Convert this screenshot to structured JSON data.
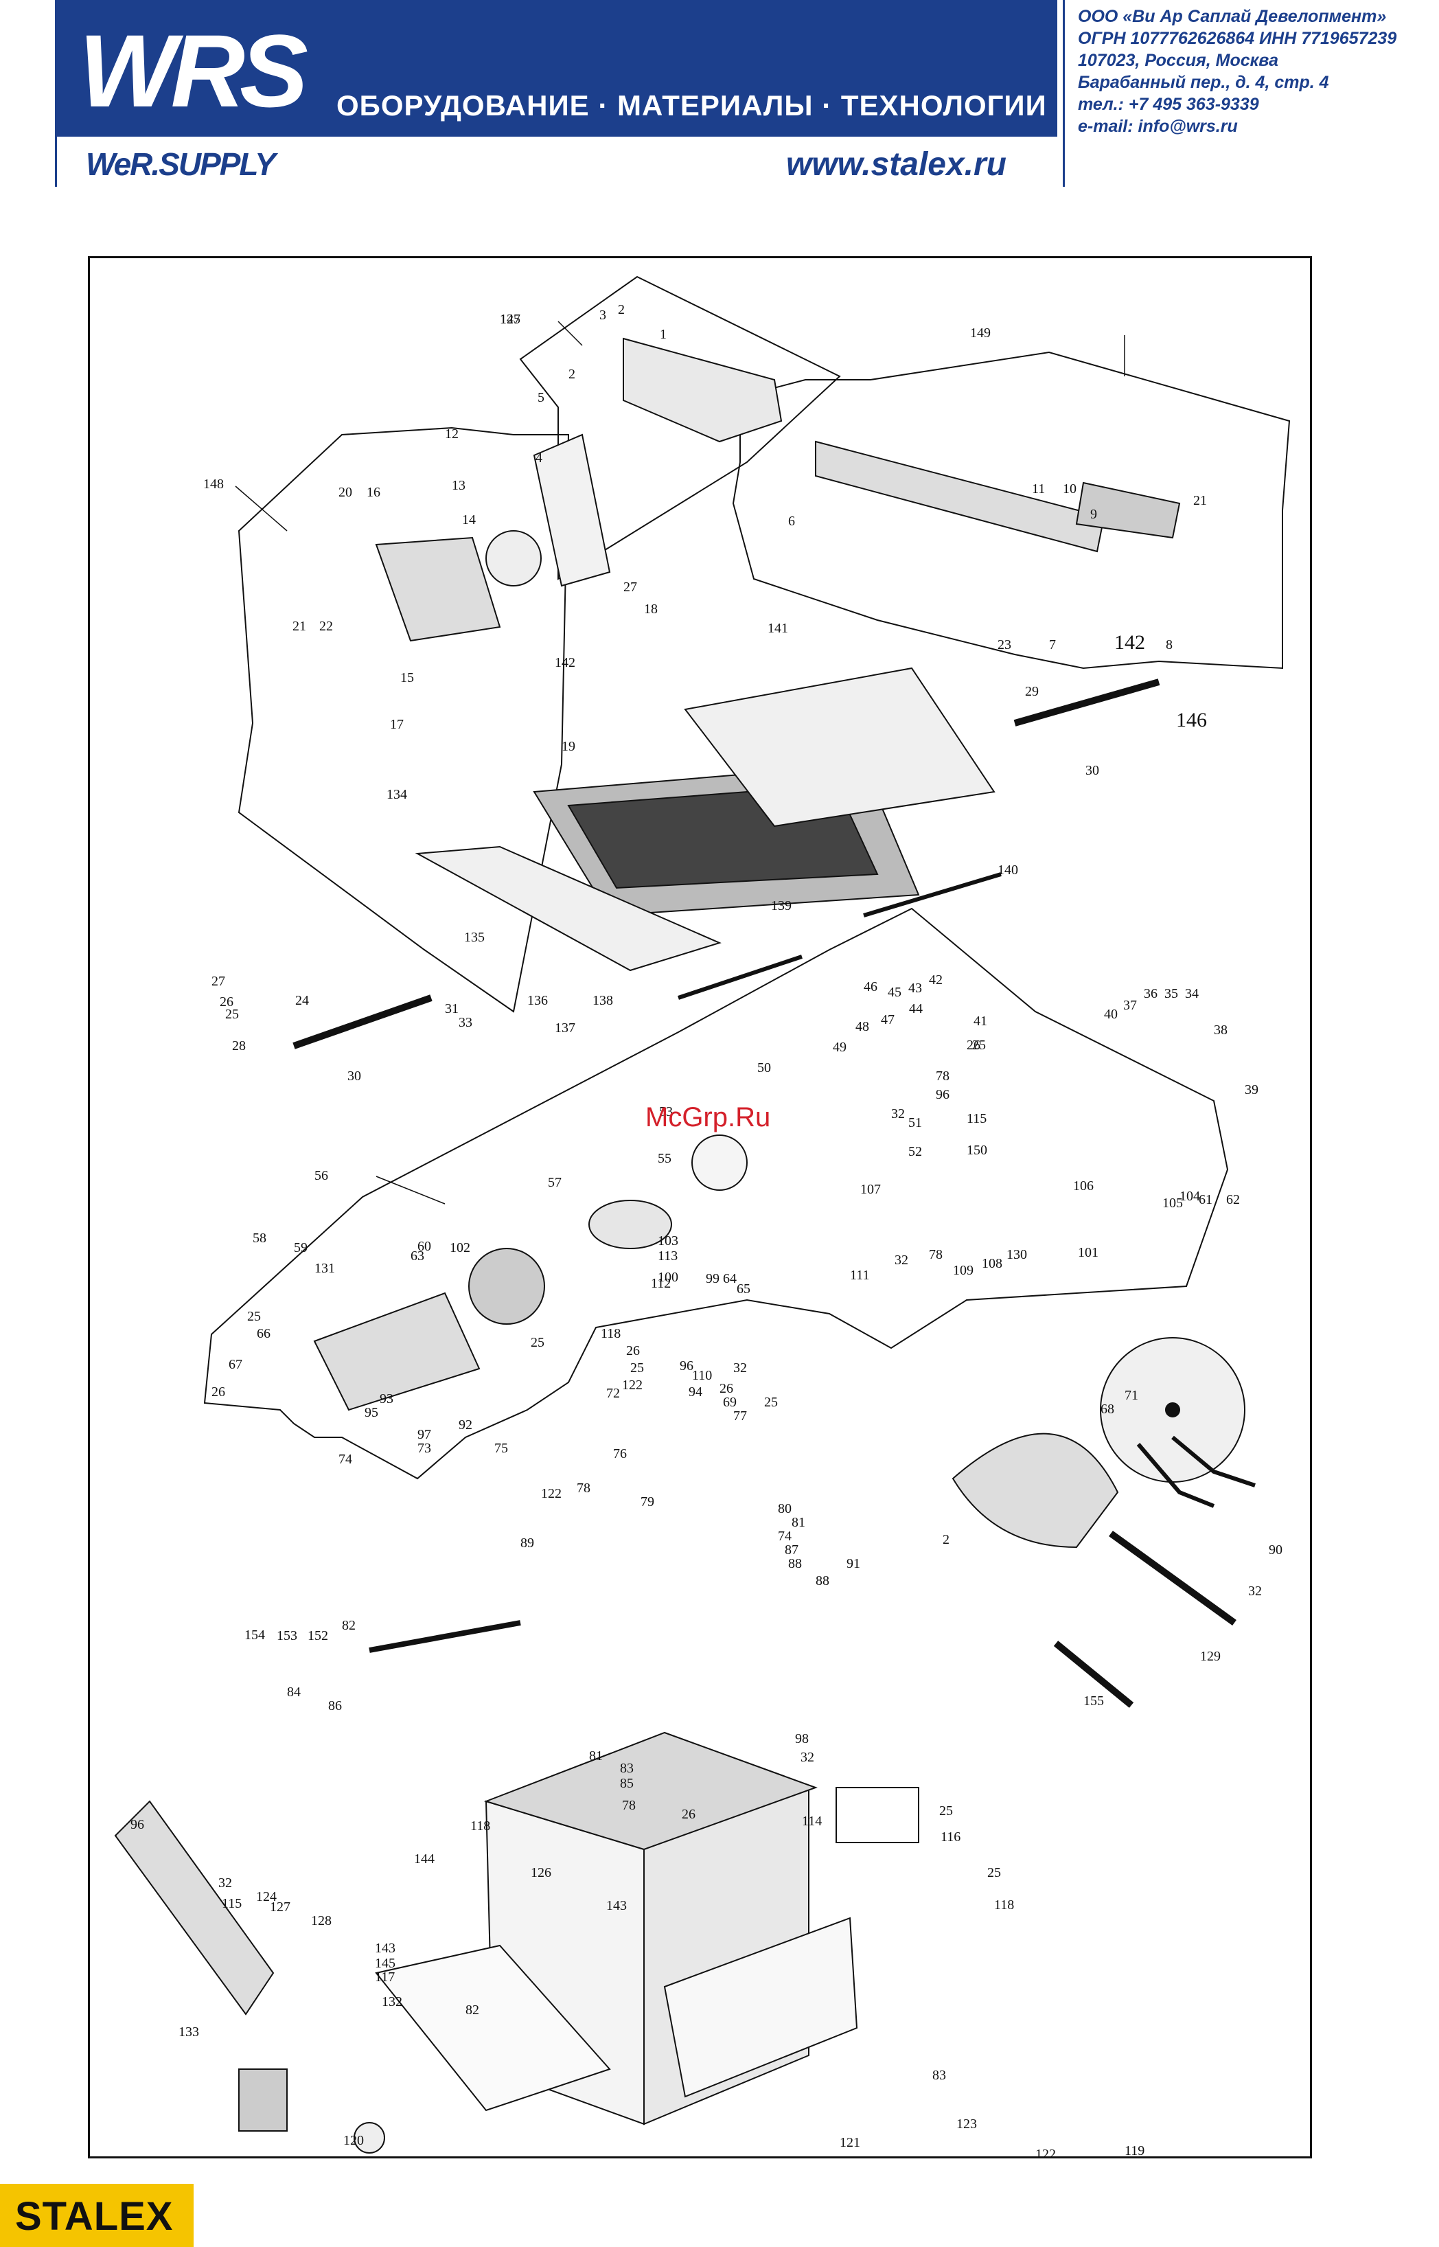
{
  "header": {
    "logo": "WRS",
    "slogan": "ОБОРУДОВАНИЕ · МАТЕРИАЛЫ · ТЕХНОЛОГИИ",
    "sub_brand": "WeR.SUPPLY",
    "website": "www.stalex.ru",
    "company_lines": [
      "ООО «Ви Ар Саплай Девелопмент»",
      "ОГРН 1077762626864 ИНН 7719657239",
      "107023, Россия, Москва",
      "Барабанный пер., д. 4, стр. 4",
      "тел.: +7 495 363-9339",
      "e-mail: info@wrs.ru"
    ],
    "brand_color": "#1c3f8c"
  },
  "watermark": "McGrp.Ru",
  "footer": {
    "logo": "STALEX",
    "logo_color": "#f5c400"
  },
  "diagram": {
    "callouts": [
      "147",
      "3",
      "2",
      "1",
      "2",
      "5",
      "4",
      "149",
      "148",
      "12",
      "20",
      "16",
      "13",
      "14",
      "6",
      "11",
      "10",
      "9",
      "21",
      "21",
      "22",
      "27",
      "18",
      "142",
      "15",
      "23",
      "7",
      "142",
      "8",
      "141",
      "29",
      "146",
      "17",
      "19",
      "30",
      "134",
      "140",
      "135",
      "139",
      "27",
      "26",
      "25",
      "24",
      "31",
      "33",
      "136",
      "137",
      "138",
      "28",
      "30",
      "36",
      "35",
      "34",
      "37",
      "40",
      "38",
      "43",
      "42",
      "41",
      "46",
      "45",
      "44",
      "47",
      "48",
      "49",
      "26",
      "25",
      "50",
      "78",
      "39",
      "53",
      "96",
      "55",
      "32",
      "51",
      "115",
      "150",
      "52",
      "56",
      "57",
      "107",
      "106",
      "105",
      "104",
      "61",
      "62",
      "58",
      "59",
      "60",
      "63",
      "102",
      "131",
      "103",
      "113",
      "112",
      "111",
      "32",
      "78",
      "109",
      "108",
      "130",
      "101",
      "100",
      "99",
      "64",
      "65",
      "25",
      "66",
      "67",
      "26",
      "25",
      "93",
      "95",
      "118",
      "26",
      "25",
      "122",
      "96",
      "110",
      "32",
      "94",
      "69",
      "25",
      "26",
      "71",
      "68",
      "72",
      "97",
      "92",
      "73",
      "74",
      "75",
      "76",
      "77",
      "122",
      "78",
      "79",
      "80",
      "81",
      "74",
      "87",
      "88",
      "89",
      "88",
      "91",
      "2",
      "90",
      "32",
      "129",
      "155",
      "154",
      "153",
      "152",
      "82",
      "84",
      "86",
      "81",
      "83",
      "85",
      "98",
      "78",
      "32",
      "26",
      "114",
      "25",
      "96",
      "118",
      "126",
      "143",
      "116",
      "32",
      "115",
      "124",
      "127",
      "128",
      "144",
      "143",
      "145",
      "117",
      "132",
      "25",
      "118",
      "133",
      "82",
      "83",
      "123",
      "120",
      "121",
      "122",
      "119",
      "125"
    ]
  }
}
